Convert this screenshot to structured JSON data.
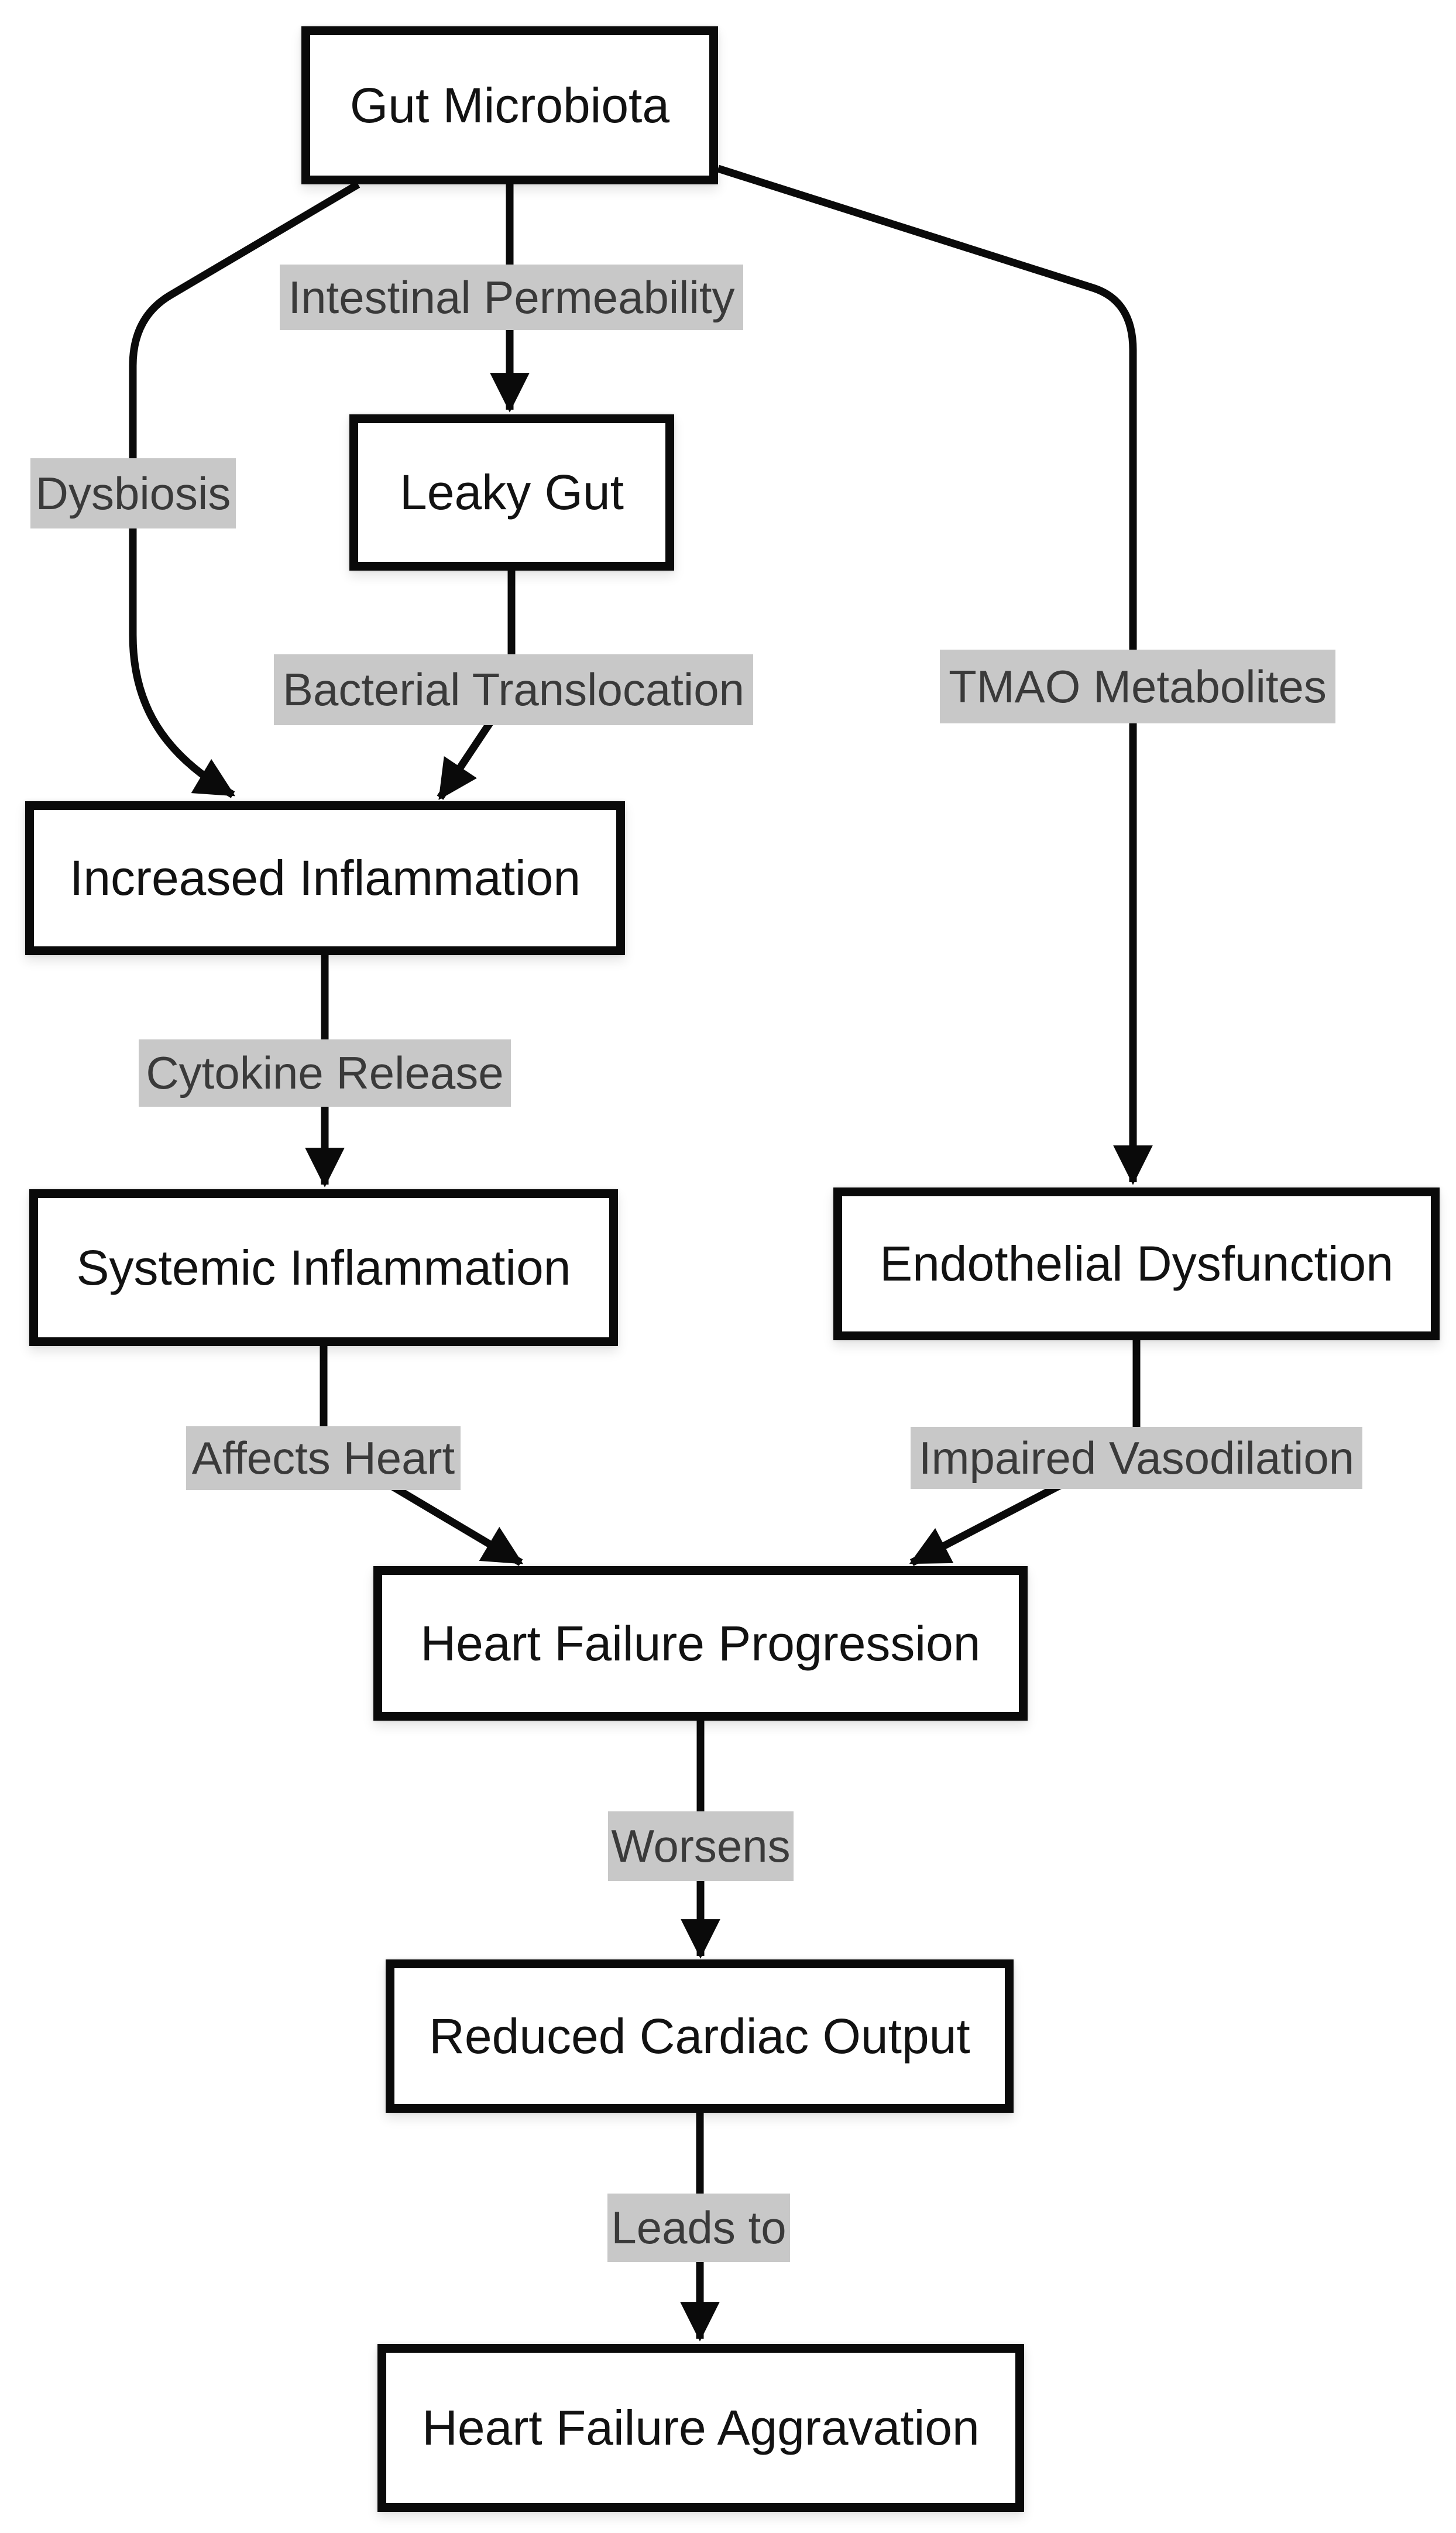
{
  "figure": {
    "type": "flowchart",
    "topic": "Gut microbiota and heart failure pathway"
  },
  "colors": {
    "background": "#ffffff",
    "node_fill": "#ffffff",
    "node_border": "#0a0a0a",
    "node_text": "#121212",
    "edge_stroke": "#0a0a0a",
    "edge_label_background": "#c8c8c8",
    "edge_label_text": "#3a3a3a"
  },
  "nodes": {
    "gut_microbiota": {
      "label": "Gut Microbiota"
    },
    "leaky_gut": {
      "label": "Leaky Gut"
    },
    "increased_inflammation": {
      "label": "Increased Inflammation"
    },
    "systemic_inflammation": {
      "label": "Systemic Inflammation"
    },
    "endothelial_dysfunction": {
      "label": "Endothelial Dysfunction"
    },
    "heart_failure_progression": {
      "label": "Heart Failure Progression"
    },
    "reduced_cardiac_output": {
      "label": "Reduced Cardiac Output"
    },
    "heart_failure_aggravation": {
      "label": "Heart Failure Aggravation"
    }
  },
  "edge_labels": {
    "intestinal_permeability": {
      "label": "Intestinal Permeability"
    },
    "dysbiosis": {
      "label": "Dysbiosis"
    },
    "bacterial_translocation": {
      "label": "Bacterial Translocation"
    },
    "tmao_metabolites": {
      "label": "TMAO Metabolites"
    },
    "cytokine_release": {
      "label": "Cytokine Release"
    },
    "affects_heart": {
      "label": "Affects Heart"
    },
    "impaired_vasodilation": {
      "label": "Impaired Vasodilation"
    },
    "worsens": {
      "label": "Worsens"
    },
    "leads_to": {
      "label": "Leads to"
    }
  },
  "edges": [
    {
      "from": "Gut Microbiota",
      "to": "Leaky Gut",
      "label": "Intestinal Permeability"
    },
    {
      "from": "Gut Microbiota",
      "to": "Increased Inflammation",
      "label": "Dysbiosis"
    },
    {
      "from": "Leaky Gut",
      "to": "Increased Inflammation",
      "label": "Bacterial Translocation"
    },
    {
      "from": "Gut Microbiota",
      "to": "Endothelial Dysfunction",
      "label": "TMAO Metabolites"
    },
    {
      "from": "Increased Inflammation",
      "to": "Systemic Inflammation",
      "label": "Cytokine Release"
    },
    {
      "from": "Systemic Inflammation",
      "to": "Heart Failure Progression",
      "label": "Affects Heart"
    },
    {
      "from": "Endothelial Dysfunction",
      "to": "Heart Failure Progression",
      "label": "Impaired Vasodilation"
    },
    {
      "from": "Heart Failure Progression",
      "to": "Reduced Cardiac Output",
      "label": "Worsens"
    },
    {
      "from": "Reduced Cardiac Output",
      "to": "Heart Failure Aggravation",
      "label": "Leads to"
    }
  ]
}
